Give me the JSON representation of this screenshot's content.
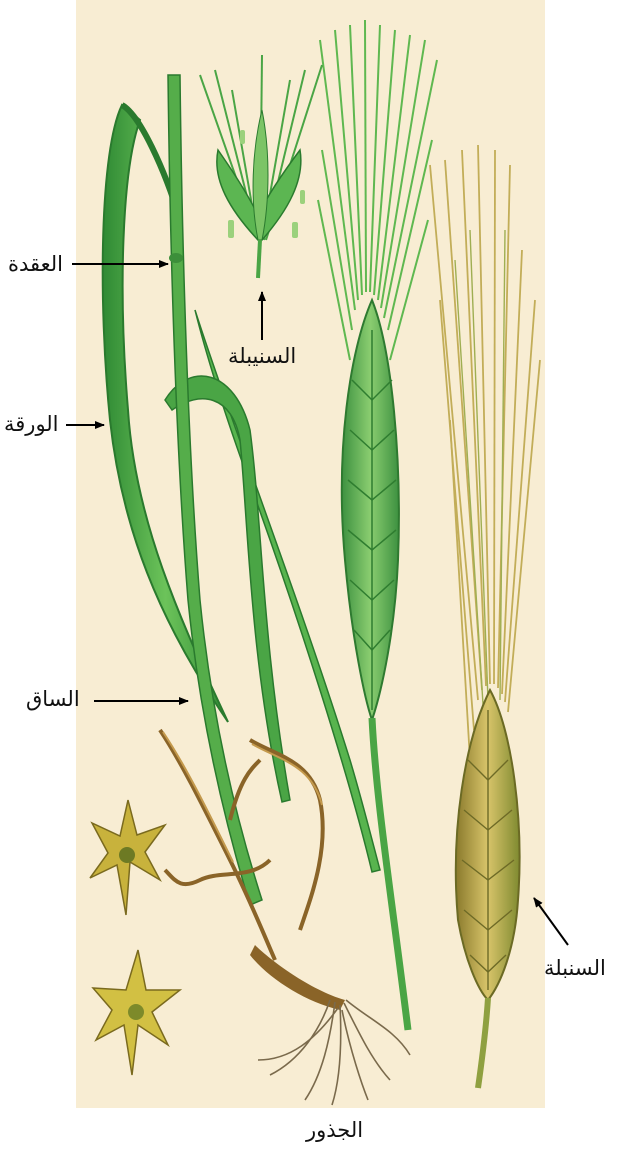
{
  "labels": {
    "node": "العقدة",
    "spikelet": "السنيبلة",
    "leaf": "الورقة",
    "stem": "الساق",
    "spike": "السنبلة",
    "roots": "الجذور"
  },
  "colors": {
    "background_panel": "#f8edd3",
    "leaf_green": "#4caa48",
    "dark_green": "#2f7d30",
    "light_green": "#9fd27a",
    "mature_yellow": "#c9b25a",
    "root_brown": "#7a5b2a",
    "arrow": "#000000"
  }
}
